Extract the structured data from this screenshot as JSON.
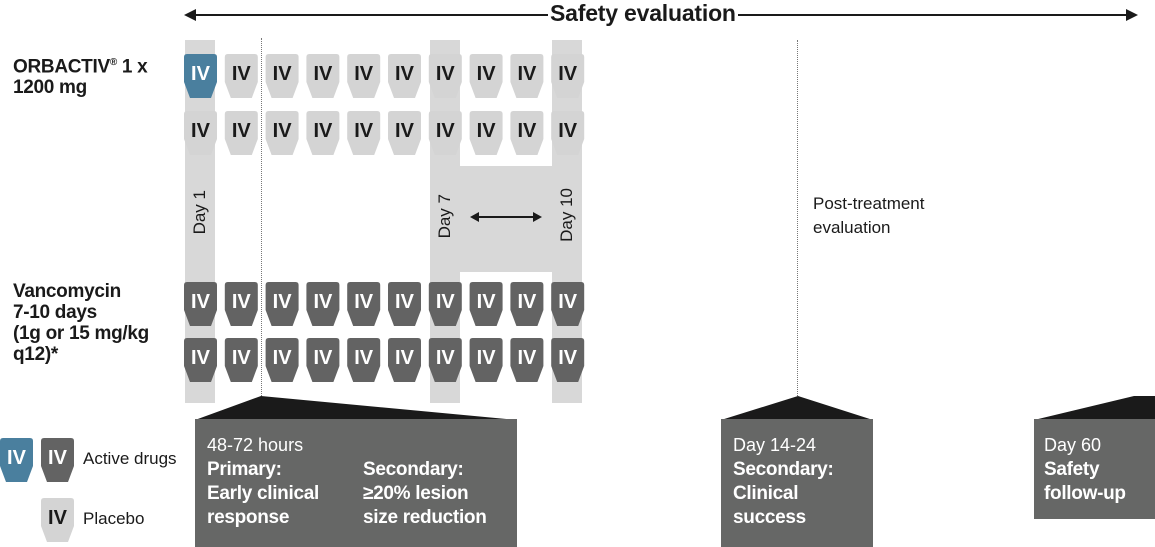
{
  "header": {
    "title": "Safety evaluation"
  },
  "rows": {
    "orbactiv_line1": "ORBACTIV",
    "orbactiv_reg": "®",
    "orbactiv_dose": "1 x",
    "orbactiv_line2": "1200 mg",
    "vanco_line1": "Vancomycin",
    "vanco_line2": "7-10 days",
    "vanco_line3": "(1g or 15 mg/kg",
    "vanco_line4": "q12)*"
  },
  "vial_text": "IV",
  "day_labels": {
    "day1": "Day 1",
    "day7": "Day 7",
    "day10": "Day 10"
  },
  "post_treatment": {
    "line1": "Post-treatment",
    "line2": "evaluation"
  },
  "callouts": {
    "early": {
      "time": "48-72 hours",
      "primary_l1": "Primary:",
      "primary_l2": "Early clinical",
      "primary_l3": "response",
      "secondary_l1": "Secondary:",
      "secondary_l2": "≥20% lesion",
      "secondary_l3": "size reduction"
    },
    "day14": {
      "time": "Day 14-24",
      "l1": "Secondary:",
      "l2": "Clinical",
      "l3": "success"
    },
    "day60": {
      "time": "Day 60",
      "l1": "Safety",
      "l2": "follow-up"
    }
  },
  "legend": {
    "active": "Active drugs",
    "placebo": "Placebo"
  },
  "colors": {
    "active_blue": "#4a7f9e",
    "active_dark": "#636363",
    "placebo": "#d4d4d4",
    "band": "#d8d8d8",
    "callout": "#666766"
  }
}
